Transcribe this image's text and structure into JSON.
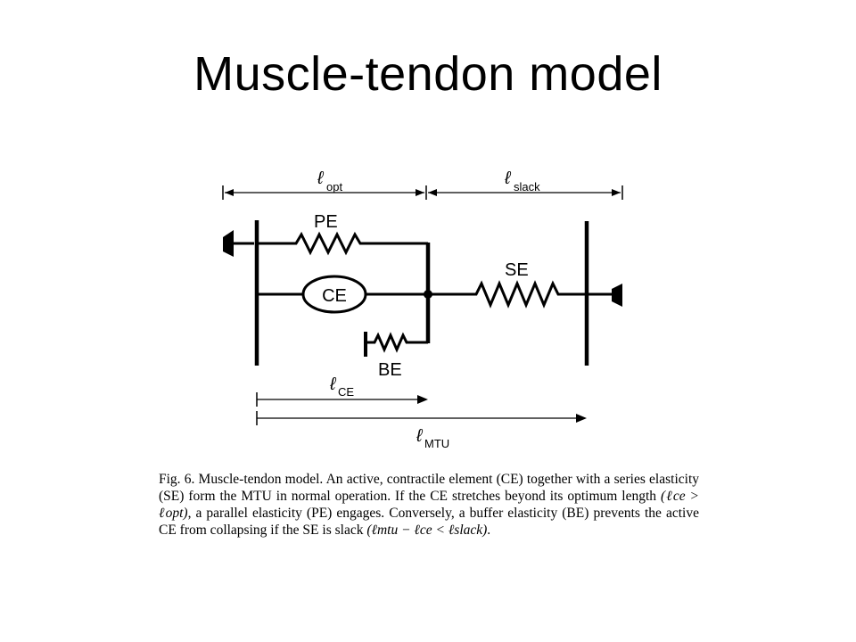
{
  "slide": {
    "title": "Muscle-tendon model"
  },
  "diagram": {
    "dimensions": {
      "opt": {
        "symbol": "ℓ",
        "sub": "opt"
      },
      "slack": {
        "symbol": "ℓ",
        "sub": "slack"
      },
      "ce": {
        "symbol": "ℓ",
        "sub": "CE"
      },
      "mtu": {
        "symbol": "ℓ",
        "sub": "MTU"
      }
    },
    "elements": {
      "pe": "PE",
      "ce": "CE",
      "se": "SE",
      "be": "BE"
    }
  },
  "caption": {
    "fig": "Fig. 6.",
    "text1": "Muscle-tendon model. An active, contractile element (CE) together with a series elasticity (SE) form the MTU in normal operation. If the CE stretches beyond its optimum length",
    "cond1": "(ℓce > ℓopt)",
    "text2": ", a parallel elasticity (PE) engages. Conversely, a buffer elasticity (BE) prevents the active CE from collapsing if the SE is slack",
    "cond2": "(ℓmtu − ℓce < ℓslack)",
    "text3": "."
  }
}
